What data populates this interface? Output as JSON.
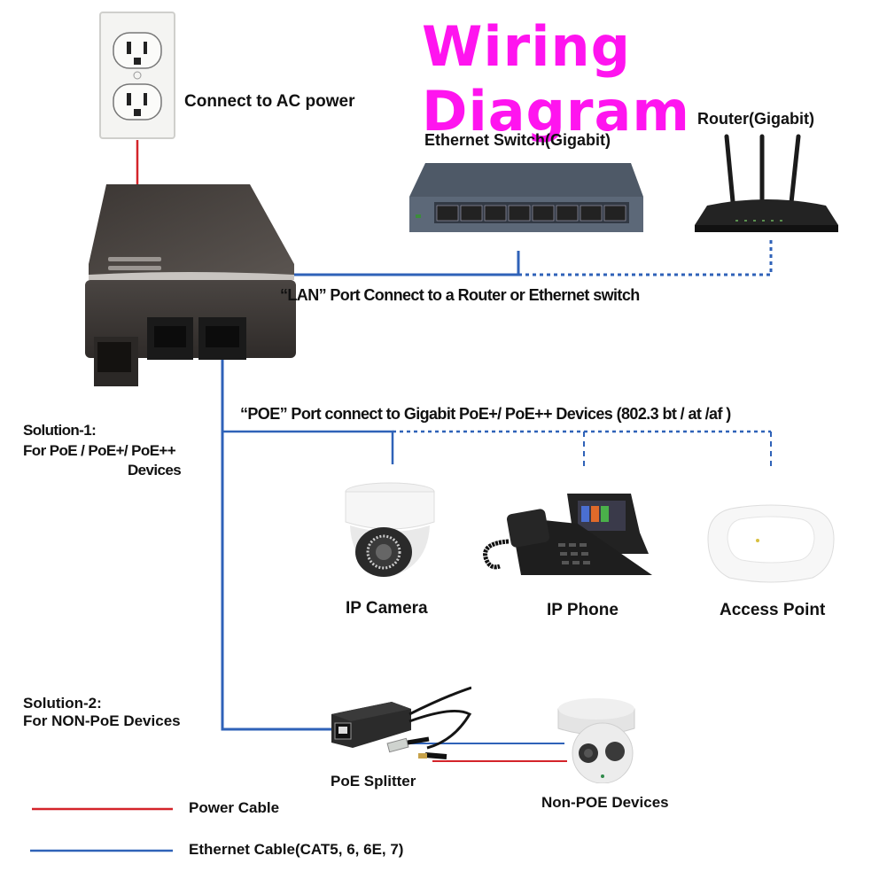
{
  "title": "Wiring Diagram",
  "colors": {
    "title": "#ff14ef",
    "power_cable": "#d4242a",
    "ethernet_cable": "#2f62b8"
  },
  "power_source": {
    "icon": "ac-outlet-icon",
    "label": "Connect to AC power"
  },
  "injector": {
    "icon": "poe-injector-icon",
    "ports": [
      "LAN",
      "POE"
    ]
  },
  "network": {
    "switch": {
      "icon": "ethernet-switch-icon",
      "label": "Ethernet Switch(Gigabit)"
    },
    "router": {
      "icon": "router-icon",
      "label": "Router(Gigabit)"
    },
    "lan_caption": "“LAN” Port Connect to a Router or Ethernet switch"
  },
  "solution1": {
    "title": "Solution-1:",
    "subtitle_line1": "For PoE / PoE+/ PoE++",
    "subtitle_line2": "Devices",
    "poe_caption": "“POE” Port connect to Gigabit PoE+/ PoE++ Devices (802.3 bt / at /af )",
    "devices": [
      {
        "icon": "ip-camera-icon",
        "label": "IP Camera"
      },
      {
        "icon": "ip-phone-icon",
        "label": "IP Phone"
      },
      {
        "icon": "access-point-icon",
        "label": "Access Point"
      }
    ]
  },
  "solution2": {
    "title": "Solution-2:",
    "subtitle": "For NON-PoE Devices",
    "splitter": {
      "icon": "poe-splitter-icon",
      "label": "PoE Splitter"
    },
    "device": {
      "icon": "turret-camera-icon",
      "label": "Non-POE Devices"
    }
  },
  "legend": [
    {
      "type": "power",
      "label": "Power Cable"
    },
    {
      "type": "ethernet",
      "label": "Ethernet Cable(CAT5, 6, 6E, 7)"
    }
  ]
}
